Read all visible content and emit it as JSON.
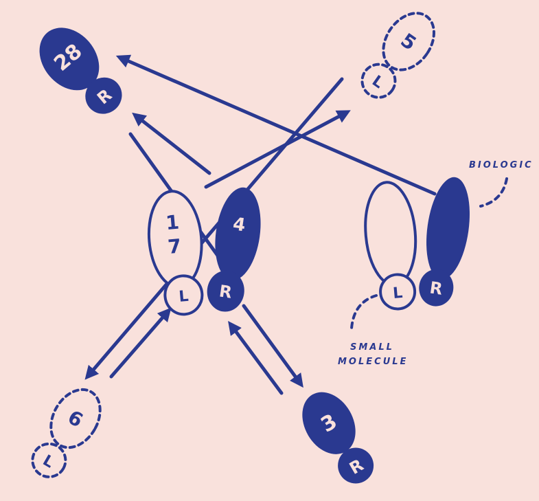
{
  "colors": {
    "background": "#f9e1dc",
    "ink": "#2a3990"
  },
  "steps": {
    "step_2_8": "28",
    "step_5": "5",
    "step_1_7_top": "1",
    "step_1_7_bottom": "7",
    "step_4": "4",
    "step_6": "6",
    "step_3": "3"
  },
  "foot_letters": {
    "right": "R",
    "left": "L"
  },
  "annotations": {
    "biologic": "BIOLOGIC",
    "small_molecule_line1": "SMALL",
    "small_molecule_line2": "MOLECULE"
  }
}
